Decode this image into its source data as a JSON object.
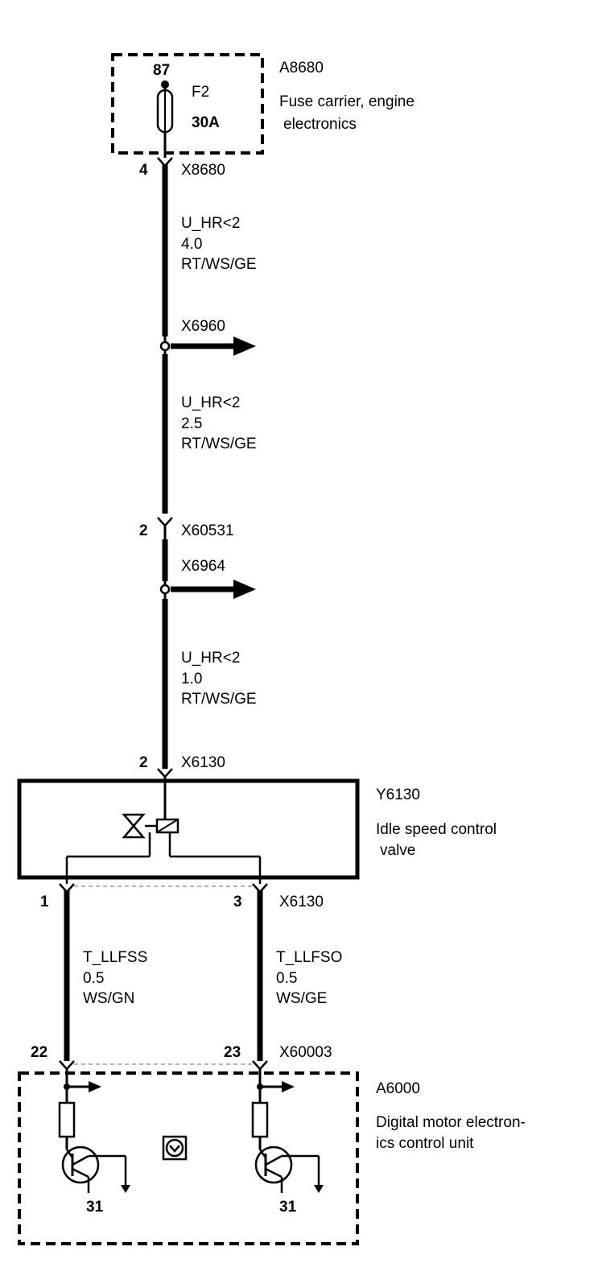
{
  "fuse_carrier": {
    "id": "A8680",
    "pin": "87",
    "fuse_id": "F2",
    "fuse_rating": "30A",
    "desc_line1": "Fuse carrier, engine",
    "desc_line2": "electronics"
  },
  "connector_x8680": {
    "pin": "4",
    "id": "X8680"
  },
  "wire_segment_1": {
    "signal": "U_HR<2",
    "gauge": "4.0",
    "color": "RT/WS/GE"
  },
  "branch_x6960": {
    "id": "X6960"
  },
  "wire_segment_2": {
    "signal": "U_HR<2",
    "gauge": "2.5",
    "color": "RT/WS/GE"
  },
  "connector_x60531": {
    "pin": "2",
    "id": "X60531"
  },
  "branch_x6964": {
    "id": "X6964"
  },
  "wire_segment_3": {
    "signal": "U_HR<2",
    "gauge": "1.0",
    "color": "RT/WS/GE"
  },
  "connector_x6130_top": {
    "pin": "2",
    "id": "X6130"
  },
  "valve": {
    "id": "Y6130",
    "desc_line1": "Idle speed control",
    "desc_line2": "valve"
  },
  "connector_x6130_bottom": {
    "pin_left": "1",
    "pin_right": "3",
    "id": "X6130"
  },
  "wire_left": {
    "signal": "T_LLFSS",
    "gauge": "0.5",
    "color": "WS/GN"
  },
  "wire_right": {
    "signal": "T_LLFSO",
    "gauge": "0.5",
    "color": "WS/GE"
  },
  "connector_x60003": {
    "pin_left": "22",
    "pin_right": "23",
    "id": "X60003"
  },
  "control_unit": {
    "id": "A6000",
    "desc_line1": "Digital motor electron-",
    "desc_line2": "ics control unit",
    "ground_left": "31",
    "ground_right": "31"
  }
}
